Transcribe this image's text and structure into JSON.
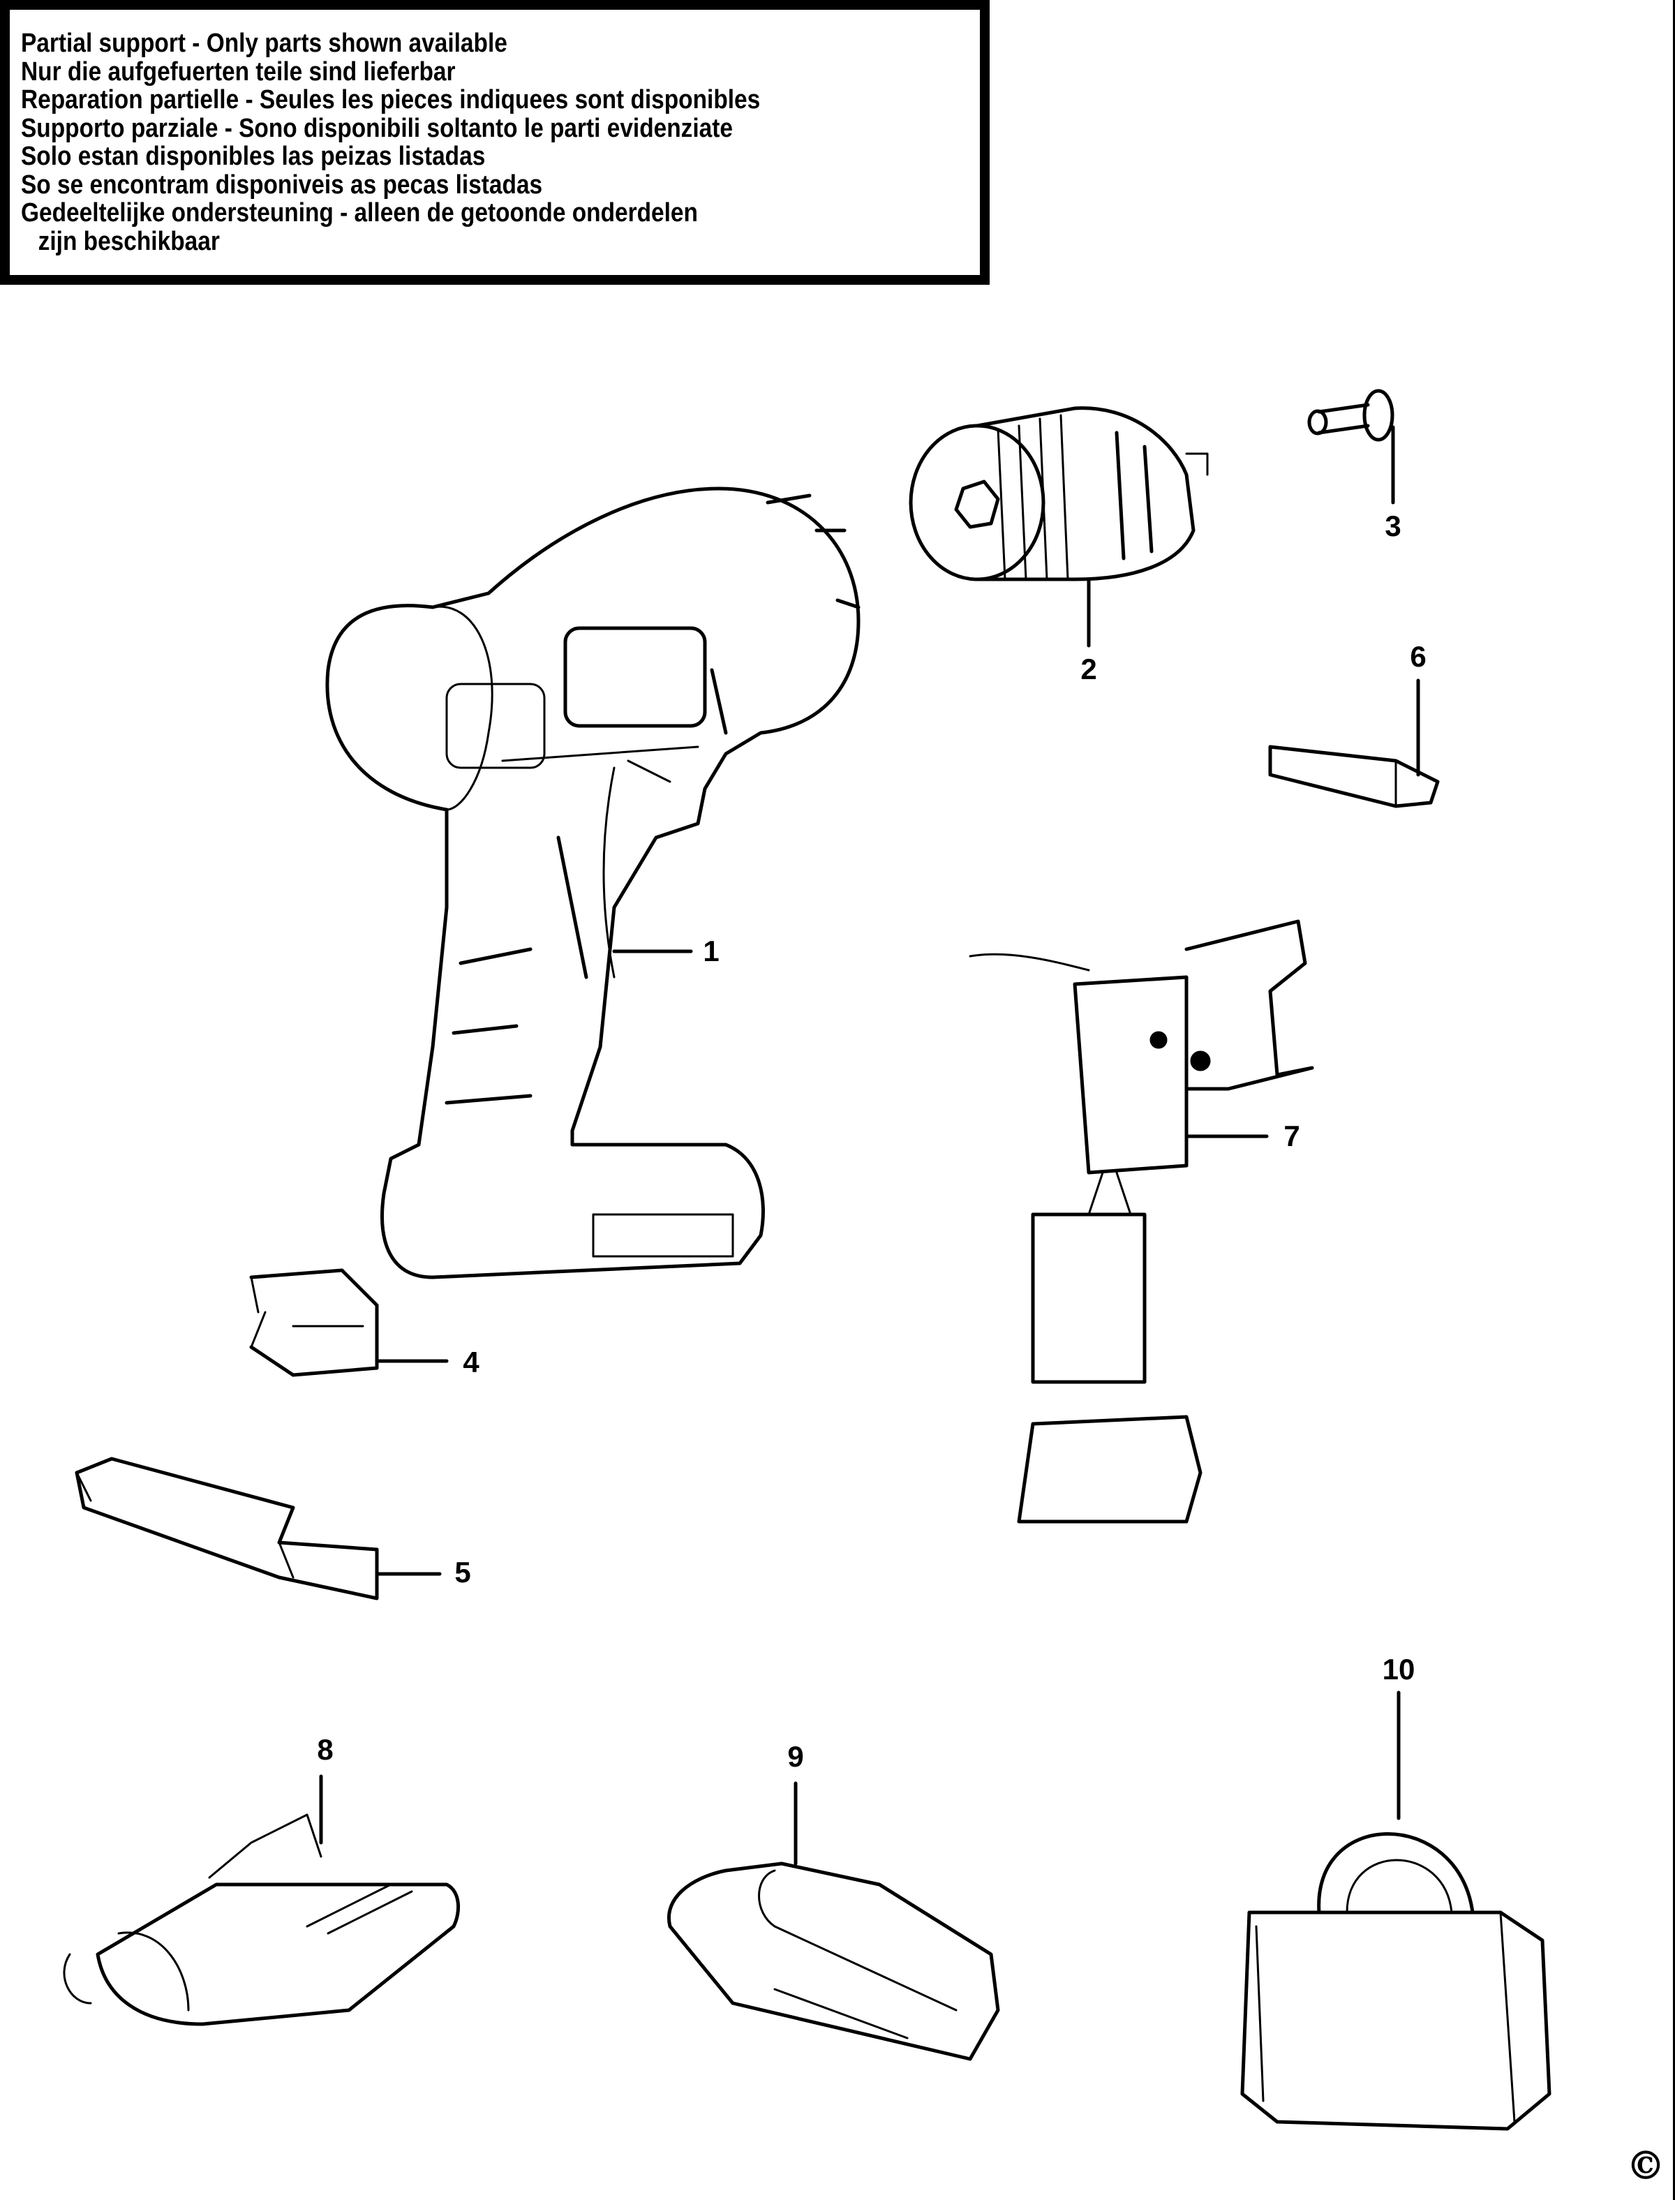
{
  "notice": {
    "lines": [
      "Partial support - Only parts shown available",
      "Nur die aufgefuerten teile sind lieferbar",
      "Reparation partielle - Seules les pieces indiquees sont disponibles",
      "Supporto parziale - Sono disponibili soltanto le parti evidenziate",
      "Solo estan disponibles las peizas listadas",
      "So se encontram disponiveis as pecas listadas",
      "Gedeeltelijke ondersteuning - alleen de getoonde onderdelen",
      "zijn beschikbaar"
    ]
  },
  "parts": [
    {
      "number": "1",
      "item": "drill-housing"
    },
    {
      "number": "2",
      "item": "keyless-chuck"
    },
    {
      "number": "3",
      "item": "screw-pin"
    },
    {
      "number": "4",
      "item": "bit-holder-clip"
    },
    {
      "number": "5",
      "item": "double-ended-bit"
    },
    {
      "number": "6",
      "item": "forward-reverse-slider"
    },
    {
      "number": "7",
      "item": "switch-assembly"
    },
    {
      "number": "8",
      "item": "charger"
    },
    {
      "number": "9",
      "item": "battery-pack"
    },
    {
      "number": "10",
      "item": "storage-bag"
    }
  ],
  "footer": {
    "copyright": "©"
  }
}
